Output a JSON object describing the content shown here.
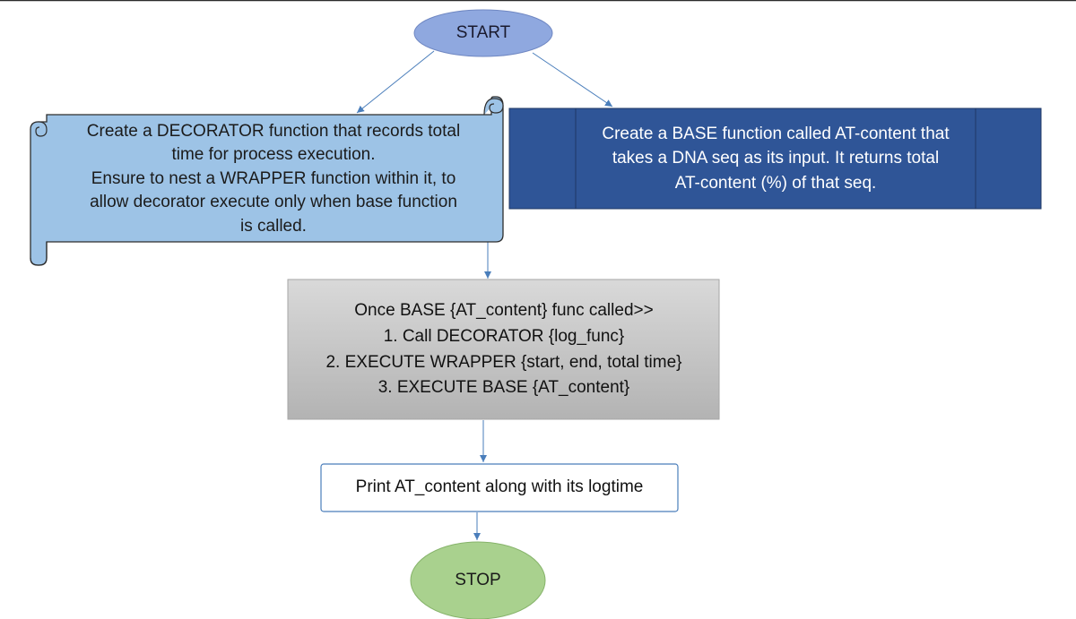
{
  "start": {
    "label": "START"
  },
  "decorator_box": {
    "lines": [
      "Create a DECORATOR function that records total",
      "time for process execution.",
      "Ensure to nest a WRAPPER function within it, to",
      "allow decorator execute only when base function",
      "is called."
    ]
  },
  "base_box": {
    "lines": [
      "Create a BASE function called AT-content that",
      "takes a DNA seq as its input. It returns total",
      "AT-content (%) of that seq."
    ]
  },
  "process_box": {
    "header": "Once BASE {AT_content} func called>>",
    "steps": [
      "1.  Call DECORATOR {log_func}",
      "2.  EXECUTE WRAPPER {start, end, total time}",
      "3.  EXECUTE BASE {AT_content}"
    ]
  },
  "print_box": {
    "label": "Print AT_content along with its logtime"
  },
  "stop": {
    "label": "STOP"
  },
  "colors": {
    "start_fill": "#8fa8df",
    "decorator_fill": "#9dc3e6",
    "base_fill": "#2f5597",
    "process_fill": "#c0c0c0",
    "stop_fill": "#a9d18e",
    "connector": "#4a7ebb"
  }
}
